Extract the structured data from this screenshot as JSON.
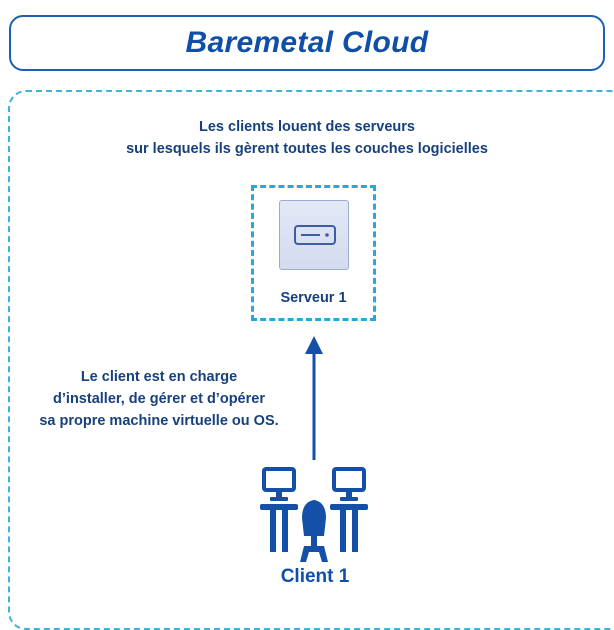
{
  "title": "Baremetal Cloud",
  "description": {
    "line1": "Les clients louent des serveurs",
    "line2": "sur lesquels ils gèrent toutes les couches logicielles"
  },
  "server": {
    "label": "Serveur 1",
    "icon": "server-icon"
  },
  "client_note": {
    "line1": "Le client est en charge",
    "line2": "d’installer, de gérer et d’opérer",
    "line3": "sa propre machine virtuelle ou OS."
  },
  "client": {
    "label": "Client 1",
    "icon": "client-workstation-icon"
  },
  "colors": {
    "title": "#0f4fa8",
    "text": "#17407e",
    "dashed_border": "#3fb2dc",
    "arrow": "#1550a8",
    "icon": "#1550a8"
  }
}
